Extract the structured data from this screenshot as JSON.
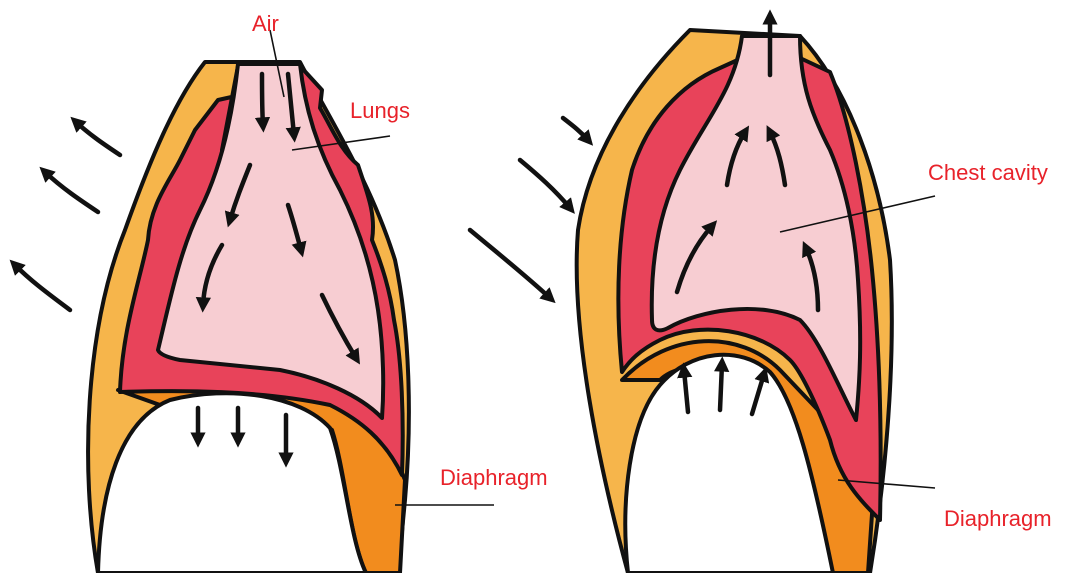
{
  "labels": {
    "air": "Air",
    "lungs": "Lungs",
    "chest_cavity": "Chest cavity",
    "diaphragm_left": "Diaphragm",
    "diaphragm_right": "Diaphragm"
  },
  "colors": {
    "label_text": "#e8222a",
    "rib_wall": "#f6b54b",
    "diaphragm": "#f28c1e",
    "lung_tissue": "#e8435a",
    "cavity": "#f7cdd2",
    "outline": "#111111",
    "background": "#ffffff"
  }
}
